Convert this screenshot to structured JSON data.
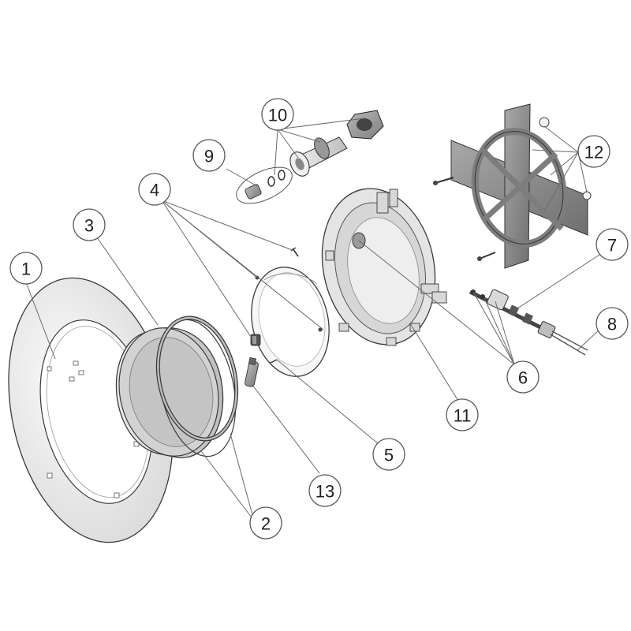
{
  "diagram": {
    "type": "exploded-parts-diagram",
    "callouts": [
      {
        "id": "c1",
        "label": "1"
      },
      {
        "id": "c2",
        "label": "2"
      },
      {
        "id": "c3",
        "label": "3"
      },
      {
        "id": "c4",
        "label": "4"
      },
      {
        "id": "c5",
        "label": "5"
      },
      {
        "id": "c6",
        "label": "6"
      },
      {
        "id": "c7",
        "label": "7"
      },
      {
        "id": "c8",
        "label": "8"
      },
      {
        "id": "c9",
        "label": "9"
      },
      {
        "id": "c10",
        "label": "10"
      },
      {
        "id": "c11",
        "label": "11"
      },
      {
        "id": "c12",
        "label": "12"
      },
      {
        "id": "c13",
        "label": "13"
      }
    ]
  },
  "colors": {
    "part_light": "#f2f2f2",
    "part_mid": "#cfcfcf",
    "part_dark": "#8f8f8f",
    "part_outline": "#3a3a3a",
    "leader": "#6a6a6a"
  }
}
